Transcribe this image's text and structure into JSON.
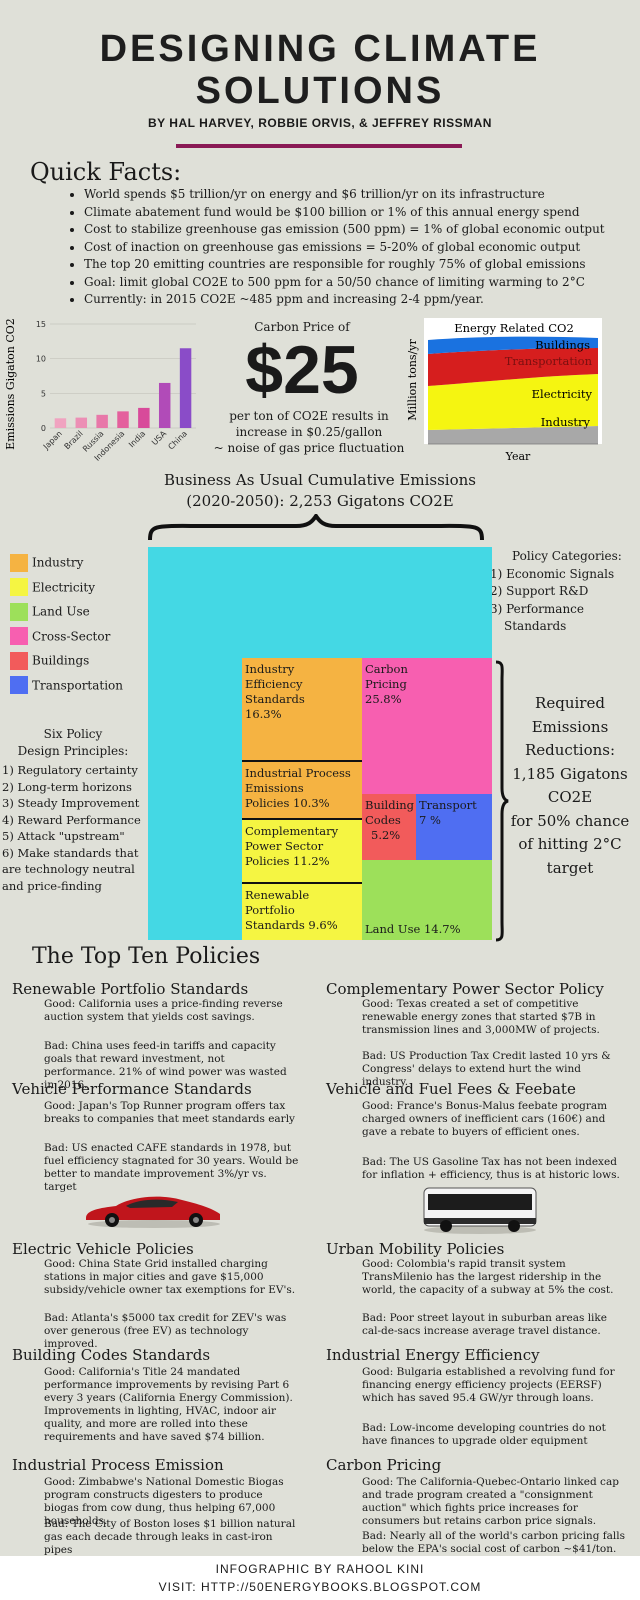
{
  "header": {
    "title_line1": "DESIGNING CLIMATE",
    "title_line2": "SOLUTIONS",
    "byline": "BY HAL HARVEY, ROBBIE ORVIS, & JEFFREY RISSMAN"
  },
  "quick_facts": {
    "heading": "Quick Facts:",
    "items": [
      "World spends $5 trillion/yr on energy and $6 trillion/yr on its infrastructure",
      "Climate abatement fund would be $100 billion or 1% of this annual energy spend",
      "Cost to stabilize greenhouse gas emission (500 ppm) = 1% of global economic output",
      "Cost of inaction on greenhouse gas emissions = 5-20% of global economic output",
      "The top 20 emitting countries are responsible for roughly 75% of global emissions",
      "Goal: limit global CO2E to 500 ppm for a 50/50 chance of limiting warming to 2°C",
      "Currently: in 2015 CO2E  ~485 ppm and increasing 2-4 ppm/year."
    ]
  },
  "carbon_price": {
    "caption": "Carbon Price of",
    "value": "$25",
    "desc_line1": "per ton of CO2E results in",
    "desc_line2": "increase in $0.25/gallon",
    "desc_line3": "~ noise of gas price fluctuation"
  },
  "chart_data": [
    {
      "type": "bar",
      "ylabel": "Emissions Gigaton CO2E",
      "categories": [
        "Japan",
        "Brazil",
        "Russia",
        "Indonesia",
        "India",
        "USA",
        "China"
      ],
      "values": [
        1.4,
        1.5,
        1.9,
        2.4,
        2.9,
        6.5,
        11.5
      ],
      "ylim": [
        0,
        15
      ],
      "yticks": [
        0,
        5,
        10,
        15
      ],
      "colors": [
        "#f0a3c0",
        "#ec8fb5",
        "#e878a9",
        "#e4609d",
        "#d84a9a",
        "#b14bb8",
        "#8a4cc8"
      ]
    },
    {
      "type": "area",
      "title": "Energy Related CO2",
      "ylabel": "Million tons/yr",
      "xlabel": "Year",
      "series": [
        {
          "name": "Industry",
          "color": "#a8a8a8"
        },
        {
          "name": "Electricity",
          "color": "#f5f511"
        },
        {
          "name": "Transportation",
          "color": "#d61e1e"
        },
        {
          "name": "Buildings",
          "color": "#1a72e0"
        }
      ]
    }
  ],
  "bau": {
    "line1": "Business As Usual Cumulative Emissions",
    "line2": "(2020-2050): 2,253 Gigatons CO2E"
  },
  "legend": {
    "items": [
      {
        "label": "Industry",
        "color": "#f5b342"
      },
      {
        "label": "Electricity",
        "color": "#f5f542"
      },
      {
        "label": "Land Use",
        "color": "#9de05a"
      },
      {
        "label": "Cross-Sector",
        "color": "#f75fb0"
      },
      {
        "label": "Buildings",
        "color": "#f25b5b"
      },
      {
        "label": "Transportation",
        "color": "#4f6ef2"
      }
    ]
  },
  "policy_categories": {
    "title": "Policy Categories:",
    "items": [
      "1) Economic Signals",
      "2) Support R&D",
      "3) Performance",
      "Standards"
    ]
  },
  "design_principles": {
    "title_line1": "Six Policy",
    "title_line2": "Design Principles:",
    "items": [
      "1) Regulatory certainty",
      "2) Long-term horizons",
      "3) Steady Improvement",
      "4) Reward Performance",
      "5) Attack \"upstream\"",
      "6) Make standards that",
      "are technology neutral",
      "and price-finding"
    ]
  },
  "required": {
    "lines": [
      "Required",
      "Emissions",
      "Reductions:",
      "1,185 Gigatons",
      "CO2E",
      "for 50% chance",
      "of hitting 2°C",
      "target"
    ]
  },
  "treemap": {
    "industry_eff": {
      "l1": "Industry",
      "l2": "Efficiency",
      "l3": "Standards",
      "pct": "16.3%"
    },
    "industrial_proc": {
      "l1": "Industrial Process",
      "l2": "Emissions",
      "l3": "Policies",
      "pct": "10.3%"
    },
    "comp_power": {
      "l1": "Complementary",
      "l2": "Power Sector",
      "l3": "Policies",
      "pct": "11.2%"
    },
    "renewable": {
      "l1": "Renewable",
      "l2": "Portfolio",
      "l3": "Standards",
      "pct": "9.6%"
    },
    "carbon": {
      "l1": "Carbon",
      "l2": "Pricing",
      "pct": "25.8%"
    },
    "building": {
      "l1": "Building",
      "l2": "Codes",
      "pct": "5.2%"
    },
    "transport": {
      "l1": "Transport",
      "pct": "7 %"
    },
    "land": {
      "l1": "Land Use",
      "pct": "14.7%"
    }
  },
  "top_ten": {
    "heading": "The Top Ten Policies",
    "policies": [
      {
        "title": "Renewable Portfolio Standards",
        "good": "Good: California uses a price-finding reverse auction system that yields cost savings.",
        "bad": "Bad: China uses feed-in tariffs and capacity goals that reward investment, not performance. 21% of wind power was wasted in 2016."
      },
      {
        "title": "Complementary Power Sector Policy",
        "good": "Good: Texas created a set of competitive renewable energy zones that started $7B in transmission lines and 3,000MW of projects.",
        "bad": "Bad: US Production Tax Credit lasted 10 yrs & Congress' delays to extend hurt the wind industry."
      },
      {
        "title": "Vehicle Performance Standards",
        "good": "Good: Japan's Top Runner program offers tax breaks to companies that meet standards early",
        "bad": "Bad: US enacted CAFE standards in 1978, but fuel efficiency stagnated for 30 years. Would be better to mandate improvement 3%/yr vs. target"
      },
      {
        "title": "Vehicle and Fuel Fees & Feebate",
        "good": "Good: France's Bonus-Malus feebate program charged owners of inefficient cars (160€) and gave a rebate to buyers of efficient ones.",
        "bad": "Bad: The US Gasoline Tax has not been indexed for inflation + efficiency, thus is at historic lows."
      },
      {
        "title": "Electric Vehicle Policies",
        "good": "Good: China State Grid installed charging stations in major cities and gave $15,000 subsidy/vehicle owner tax exemptions for EV's.",
        "bad": "Bad: Atlanta's $5000 tax credit for ZEV's was over generous (free EV) as technology improved."
      },
      {
        "title": "Urban Mobility Policies",
        "good": "Good: Colombia's rapid transit system TransMilenio has the largest ridership in the world, the capacity of a subway at 5% the cost.",
        "bad": "Bad: Poor street layout in suburban areas like cal-de-sacs increase average travel distance."
      },
      {
        "title": "Building Codes Standards",
        "good": "Good: California's Title 24 mandated performance improvements by revising Part 6 every 3 years (California Energy Commission). Improvements in lighting, HVAC, indoor air quality, and more are rolled into these requirements and have saved $74 billion.",
        "bad": ""
      },
      {
        "title": "Industrial Energy Efficiency",
        "good": "Good: Bulgaria established a revolving fund for financing energy efficiency projects (EERSF) which has saved 95.4 GW/yr through loans.",
        "bad": "Bad: Low-income developing countries do not have finances to upgrade older equipment"
      },
      {
        "title": "Industrial Process Emission",
        "good": "Good: Zimbabwe's National Domestic Biogas program constructs digesters to produce biogas from cow dung, thus helping 67,000 households.",
        "bad": "Bad: The City of Boston loses $1 billion natural gas each decade through leaks in cast-iron pipes"
      },
      {
        "title": "Carbon Pricing",
        "good": "Good: The California-Quebec-Ontario linked cap and trade program created a \"consignment auction\" which fights price increases for consumers but retains carbon price signals.",
        "bad": "Bad: Nearly all of the world's carbon pricing falls below the EPA's social cost of carbon ~$41/ton."
      }
    ]
  },
  "footer": {
    "credit": "INFOGRAPHIC BY RAHOOL KINI",
    "visit": "VISIT: HTTP://50ENERGYBOOKS.BLOGSPOT.COM"
  }
}
